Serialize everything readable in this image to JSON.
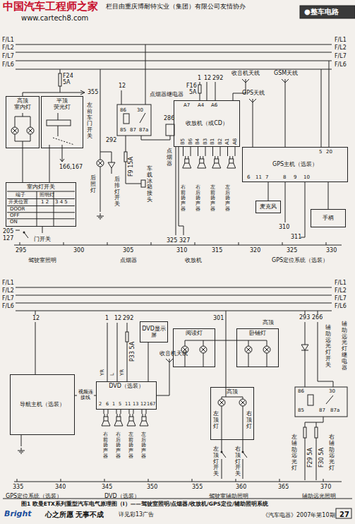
{
  "diagram": {
    "caption": "图1  欧曼ETX系列重型汽车电气原理图（Ⅰ）——驾驶室照明/点烟器/收放机/GPS定位/辅助照明系统",
    "nodes": [
      {
        "text": [
          "高顶",
          "室内灯"
        ]
      },
      {
        "text": [
          "平顶",
          "荧光灯"
        ]
      },
      {
        "text": [
          "室内灯开关"
        ]
      },
      {
        "text": [
          "收放机（或CD）"
        ]
      },
      {
        "text": [
          "GPS主机（选装）"
        ]
      },
      {
        "text": [
          "麦克风"
        ]
      },
      {
        "text": [
          "手柄"
        ]
      },
      {
        "text": [
          "导航主机（选装）"
        ]
      },
      {
        "text": [
          "DVD显示屏"
        ]
      },
      {
        "text": [
          "DVD（选装）"
        ]
      },
      {
        "text": [
          "阅读灯"
        ]
      },
      {
        "text": [
          "卧铺灯"
        ]
      },
      {
        "text": [
          "高顶"
        ]
      }
    ],
    "edges": [
      {
        "from": 4,
        "to": 5,
        "arrow": "none"
      },
      {
        "from": 4,
        "to": 6,
        "arrow": "none"
      },
      {
        "from": 7,
        "to": 9,
        "arrow": "none",
        "label": "视频连接线"
      },
      {
        "from": 8,
        "to": 9,
        "arrow": "none"
      }
    ],
    "labels": [
      "中国汽车工程师之家",
      "www.cartech8.com",
      "栏目由重庆博耐特实业（集团）有限公司友情协办",
      "●整车电路",
      "F/L1",
      "F/L2",
      "F/L7",
      "F/L6",
      "F/L1",
      "F/L2",
      "F/L7",
      "F/L6",
      "F24",
      "5A",
      "355",
      "左前车门开关",
      "166,167",
      "292",
      "后照灯",
      "后排灯开关",
      "端子",
      "照明灯",
      "开关位置",
      "1 2",
      "3 4 5",
      "DOOR",
      "OFF",
      "ON",
      "205",
      "127",
      "门开关",
      "12",
      "点烟器继电器",
      "86",
      "30",
      "85",
      "87",
      "87a",
      "286",
      "点烟器",
      "F9 15A",
      "车载冰箱接头",
      "1",
      "12",
      "292",
      "F16",
      "5A",
      "收音机天线",
      "A7",
      "A4",
      "A6",
      "B5",
      "B6",
      "B4",
      "B3",
      "B1",
      "B2",
      "A1",
      "A8",
      "右前扬声器",
      "右后扬声器",
      "左前扬声器",
      "左后扬声器",
      "325",
      "327",
      "GPS天线",
      "GSM天线",
      "5",
      "20",
      "6",
      "11",
      "7",
      "8",
      "9",
      "10",
      "310",
      "311",
      "295",
      "300",
      "305",
      "310",
      "315",
      "320",
      "325",
      "330",
      "驾驶室照明",
      "点烟器",
      "收放机",
      "GPS定位系统（选装）",
      "F/L1",
      "F/L2",
      "F/L7",
      "F/L6",
      "F/L1",
      "F/L2",
      "F/L7",
      "F/L6",
      "12",
      "1",
      "12",
      "292",
      "P33 5A",
      "YR",
      "L",
      "YR",
      "收音机天线",
      "2",
      "6",
      "1",
      "5",
      "11",
      "13",
      "12",
      "167",
      "右前扬声器",
      "右后扬声器",
      "左前扬声器",
      "左后扬声器",
      "301",
      "高顶",
      "左顶灯",
      "右顶灯",
      "左顶灯开关",
      "右顶灯开关",
      "293",
      "266",
      "辅助远光灯开关",
      "辅助远光灯继电器",
      "86",
      "30",
      "85",
      "87",
      "87a",
      "左辅助远光灯",
      "F29 5A",
      "F30 5A",
      "右辅助远光灯",
      "335",
      "340",
      "345",
      "350",
      "355",
      "360",
      "365",
      "370",
      "GPS定位系统（选装）",
      "DVD（选装）",
      "驾驶室辅助照明",
      "辅助远光照明",
      "Bright",
      "心之所愿 无事不成",
      "详见彩13广告",
      "《汽车电器》2007年第10期",
      "27"
    ]
  }
}
